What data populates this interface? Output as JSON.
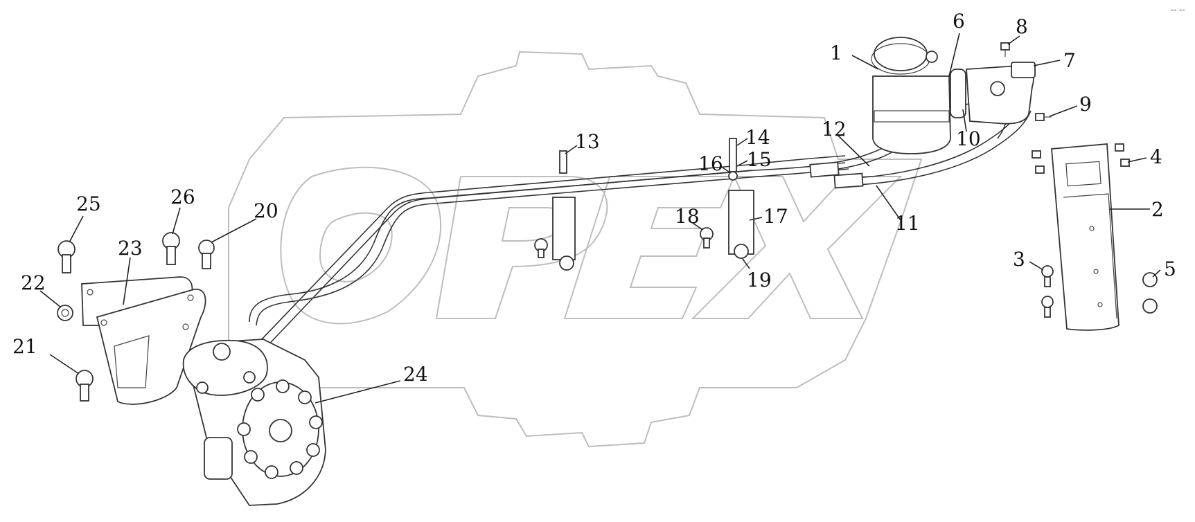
{
  "watermark": {
    "letters": [
      "O",
      "P",
      "E",
      "X"
    ]
  },
  "corner_mark": "°° °°",
  "callouts": [
    {
      "id": "callout-1",
      "label": "1"
    },
    {
      "id": "callout-2",
      "label": "2"
    },
    {
      "id": "callout-3",
      "label": "3"
    },
    {
      "id": "callout-4",
      "label": "4"
    },
    {
      "id": "callout-5",
      "label": "5"
    },
    {
      "id": "callout-6",
      "label": "6"
    },
    {
      "id": "callout-7",
      "label": "7"
    },
    {
      "id": "callout-8",
      "label": "8"
    },
    {
      "id": "callout-9",
      "label": "9"
    },
    {
      "id": "callout-10",
      "label": "10"
    },
    {
      "id": "callout-11",
      "label": "11"
    },
    {
      "id": "callout-12",
      "label": "12"
    },
    {
      "id": "callout-13",
      "label": "13"
    },
    {
      "id": "callout-14",
      "label": "14"
    },
    {
      "id": "callout-15",
      "label": "15"
    },
    {
      "id": "callout-16",
      "label": "16"
    },
    {
      "id": "callout-17",
      "label": "17"
    },
    {
      "id": "callout-18",
      "label": "18"
    },
    {
      "id": "callout-19",
      "label": "19"
    },
    {
      "id": "callout-20",
      "label": "20"
    },
    {
      "id": "callout-21",
      "label": "21"
    },
    {
      "id": "callout-22",
      "label": "22"
    },
    {
      "id": "callout-23",
      "label": "23"
    },
    {
      "id": "callout-24",
      "label": "24"
    },
    {
      "id": "callout-25",
      "label": "25"
    },
    {
      "id": "callout-26",
      "label": "26"
    }
  ],
  "colors": {
    "line": "#333333",
    "watermark": "#bdbdbd",
    "background": "#ffffff"
  }
}
